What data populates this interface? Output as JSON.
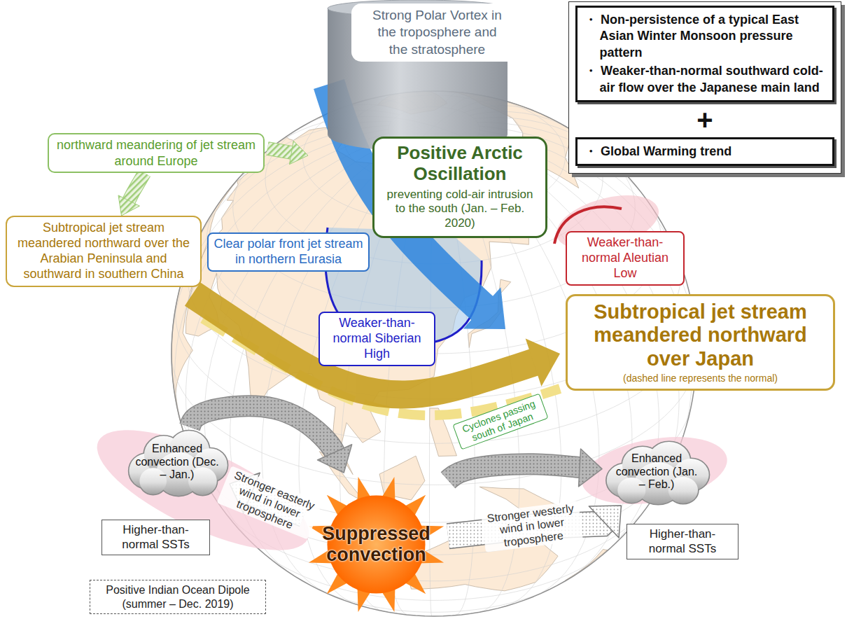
{
  "diagram": {
    "nodes": [
      {
        "text": [
          "Strong Polar Vortex in the troposphere and the stratosphere"
        ]
      },
      {
        "text": [
          "+"
        ]
      },
      {
        "text": [
          "・ Non-persistence of a typical East Asian Winter Monsoon pressure pattern",
          "・ Weaker-than-normal southward cold-air flow over the Japanese main land"
        ],
        "in": 1
      },
      {
        "text": [
          "・ Global Warming trend"
        ],
        "in": 1
      },
      {
        "text": [
          "northward meandering of jet stream around Europe"
        ]
      },
      {
        "text": [
          "Positive Arctic Oscillation",
          "preventing cold-air intrusion to the south (Jan. – Feb. 2020)"
        ]
      },
      {
        "text": [
          "Subtropical jet stream meandered northward over the Arabian Peninsula and southward in southern China"
        ]
      },
      {
        "text": [
          "Clear polar front jet stream in northern Eurasia"
        ]
      },
      {
        "text": [
          "Weaker-than-normal Aleutian Low"
        ]
      },
      {
        "text": [
          "Weaker-than-normal Siberian High"
        ]
      },
      {
        "text": [
          "Subtropical jet stream meandered northward over Japan",
          "(dashed line represents the normal)"
        ]
      },
      {
        "text": [
          "Cyclones passing south of Japan"
        ]
      },
      {
        "text": [
          "Enhanced convection (Dec. – Jan.)"
        ]
      },
      {
        "text": [
          "Higher-than-normal SSTs"
        ]
      },
      {
        "text": [
          "Positive Indian Ocean Dipole (summer – Dec. 2019)"
        ]
      },
      {
        "text": [
          "Suppressed convection"
        ]
      },
      {
        "text": [
          "Enhanced convection (Jan. – Feb.)"
        ]
      },
      {
        "text": [
          "Higher-than-normal SSTs"
        ]
      }
    ],
    "edges": [
      {
        "from": 4,
        "to": 6,
        "arrow": "to"
      },
      {
        "from": 12,
        "to": 15,
        "arrow": "to"
      },
      {
        "from": 15,
        "to": 16,
        "arrow": "to"
      },
      {
        "from": 15,
        "to": 12,
        "arrow": "to",
        "label": "Stronger easterly wind in lower troposphere"
      },
      {
        "from": 15,
        "to": 16,
        "arrow": "to",
        "label": "Stronger westerly wind in lower troposphere"
      }
    ]
  }
}
